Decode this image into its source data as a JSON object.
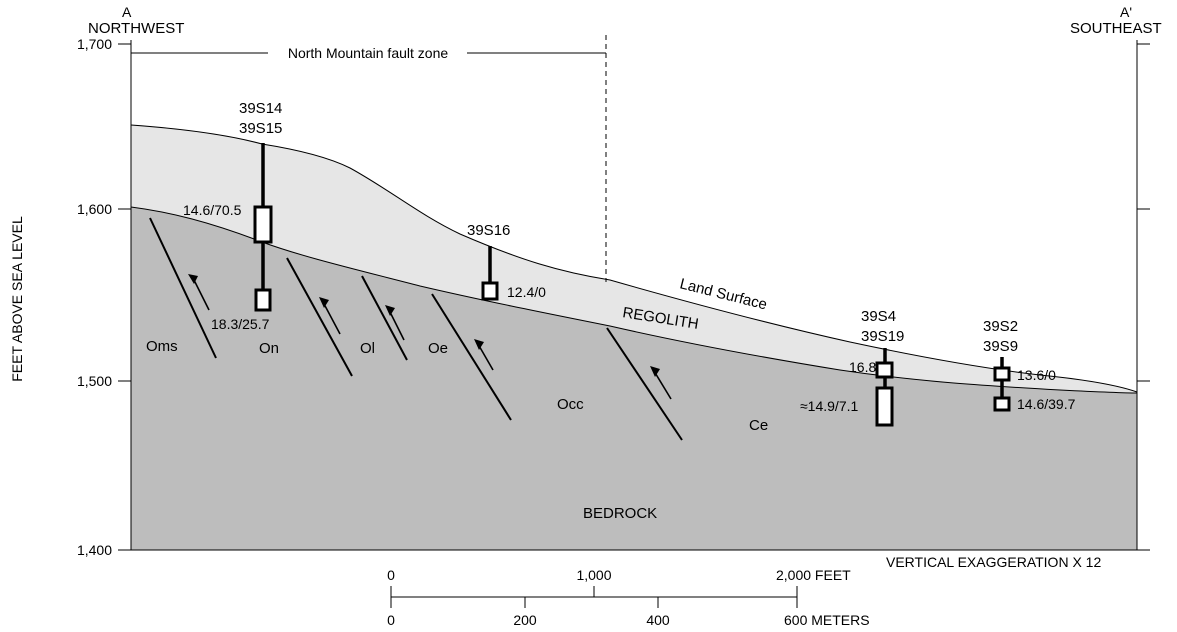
{
  "section": {
    "end_left": {
      "letter": "A",
      "direction": "NORTHWEST"
    },
    "end_right": {
      "letter": "A'",
      "direction": "SOUTHEAST"
    },
    "y_axis": {
      "title": "FEET ABOVE SEA LEVEL",
      "ticks": [
        "1,700",
        "1,600",
        "1,500",
        "1,400"
      ]
    },
    "fault_zone": {
      "label": "North Mountain fault zone"
    },
    "labels": {
      "land_surface": "Land Surface",
      "regolith": "REGOLITH",
      "bedrock": "BEDROCK",
      "vertical_exaggeration": "VERTICAL EXAGGERATION X 12"
    },
    "units": [
      "Oms",
      "On",
      "Ol",
      "Oe",
      "Occ",
      "Ce"
    ],
    "wells": [
      {
        "ids": [
          "39S14",
          "39S15"
        ],
        "readings": [
          "14.6/70.5",
          "18.3/25.7"
        ]
      },
      {
        "ids": [
          "39S16"
        ],
        "readings": [
          "12.4/0"
        ]
      },
      {
        "ids": [
          "39S4",
          "39S19"
        ],
        "readings": [
          "16.8",
          "≈14.9/7.1"
        ]
      },
      {
        "ids": [
          "39S2",
          "39S9"
        ],
        "readings": [
          "13.6/0",
          "14.6/39.7"
        ]
      }
    ],
    "scale_bar": {
      "feet": [
        "0",
        "1,000",
        "2,000 FEET"
      ],
      "meters": [
        "0",
        "200",
        "400",
        "600 METERS"
      ]
    }
  },
  "colors": {
    "regolith_fill": "#e6e6e6",
    "bedrock_fill": "#bdbdbd",
    "line": "#000000"
  }
}
